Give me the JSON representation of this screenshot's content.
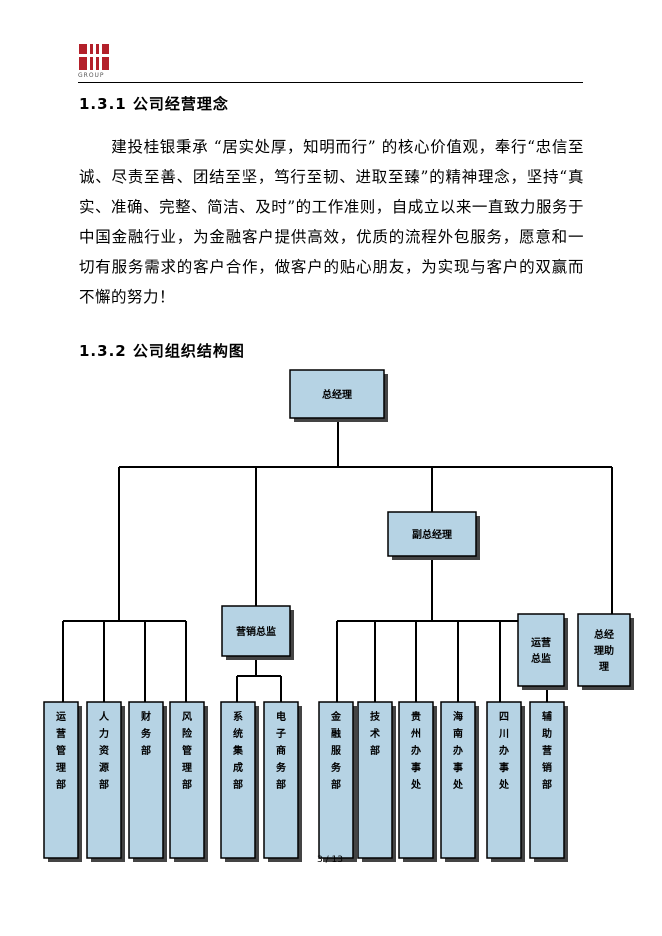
{
  "header": {
    "logo_text": "GROUP"
  },
  "section1": {
    "title": "1.3.1 公司经营理念",
    "paragraph": "　　建投桂银秉承 “居实处厚，知明而行” 的核心价值观，奉行“忠信至诚、尽责至善、团结至坚，笃行至韧、进取至臻”的精神理念，坚持“真实、准确、完整、简洁、及时”的工作准则，自成立以来一直致力服务于中国金融行业，为金融客户提供高效，优质的流程外包服务，愿意和一切有服务需求的客户合作，做客户的贴心朋友，为实现与客户的双赢而不懈的努力！"
  },
  "section2": {
    "title": "1.3.2 公司组织结构图"
  },
  "org_chart": {
    "box_fill": "#b6d3e4",
    "shadow": "#444444",
    "nodes": {
      "ceo": "总经理",
      "vice_gm": "副总经理",
      "marketing_director": "营销总监",
      "operations_director": "运营总监",
      "gm_assistant": "总经理助理",
      "ops_mgmt": "运营管理部",
      "hr": "人力资源部",
      "finance": "财务部",
      "risk": "风险管理部",
      "sys_integration": "系统集成部",
      "ecommerce": "电子商务部",
      "financial_services": "金融服务部",
      "tech": "技术部",
      "guizhou": "贵州办事处",
      "hainan": "海南办事处",
      "sichuan": "四川办事处",
      "aux_marketing": "辅助营销部"
    }
  },
  "footer": {
    "page": "3 / 13"
  }
}
